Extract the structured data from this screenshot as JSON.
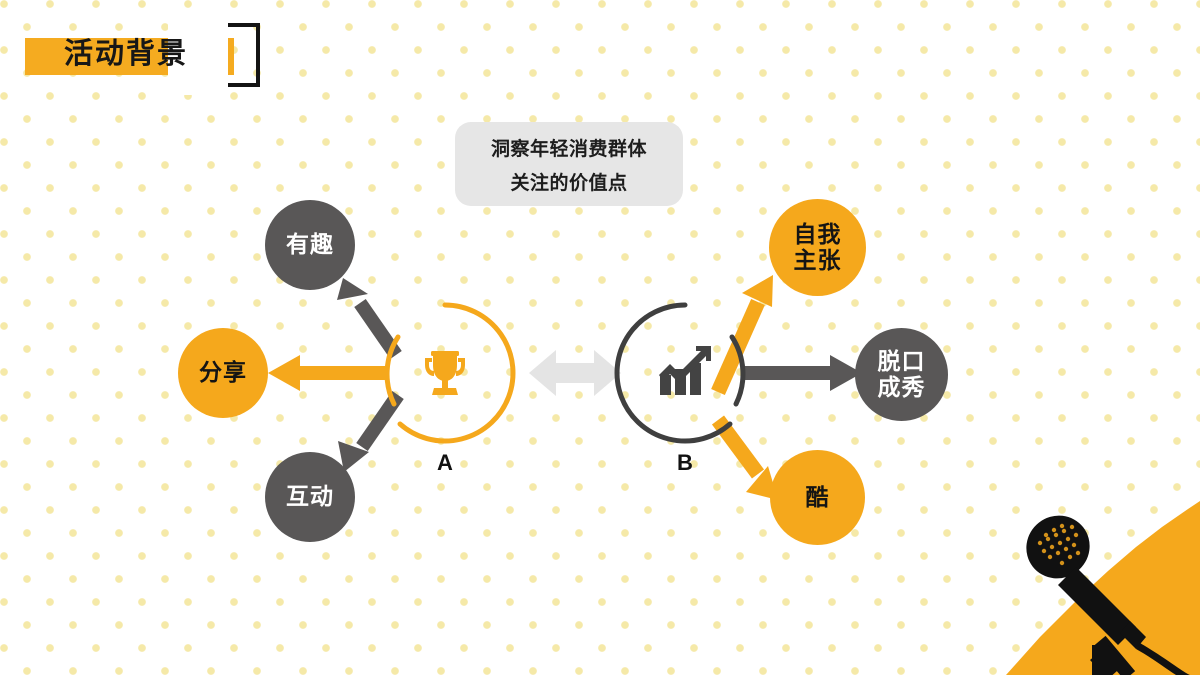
{
  "slide": {
    "background_color": "#ffffff",
    "dot_color": "#f5e9a8",
    "accent_orange": "#f5a81c",
    "dark_gray": "#595757",
    "title_bar_color": "#f5ab20",
    "headline_box_color": "#e6e6e6"
  },
  "title": {
    "text": "活动背景"
  },
  "headline": {
    "line1": "洞察年轻消费群体",
    "line2": "关注的价值点"
  },
  "center_connector": {
    "icon": "double-arrow-horizontal-icon",
    "color": "#e4e4e4"
  },
  "cluster_a": {
    "hub": {
      "label": "A",
      "icon": "trophy-icon",
      "ring_color": "#f5a81c"
    },
    "nodes": [
      {
        "id": "youqu",
        "label": "有趣",
        "style": "gray",
        "arrow_color": "#595757"
      },
      {
        "id": "fenxiang",
        "label": "分享",
        "style": "orange",
        "arrow_color": "#f5a81c"
      },
      {
        "id": "hudong",
        "label": "互动",
        "style": "gray",
        "arrow_color": "#595757"
      }
    ]
  },
  "cluster_b": {
    "hub": {
      "label": "B",
      "icon": "growth-chart-icon",
      "ring_color": "#3f3f3f"
    },
    "nodes": [
      {
        "id": "ziwozhuzhang",
        "label_line1": "自我",
        "label_line2": "主张",
        "style": "orange",
        "arrow_color": "#f5a81c"
      },
      {
        "id": "tuokouchengxiu",
        "label_line1": "脱口",
        "label_line2": "成秀",
        "style": "gray",
        "arrow_color": "#595757"
      },
      {
        "id": "ku",
        "label_line1": "酷",
        "label_line2": "",
        "style": "orange",
        "arrow_color": "#f5a81c"
      }
    ]
  },
  "decoration": {
    "microphone": "microphone-icon",
    "torn_paper_color": "#f5a81c"
  }
}
